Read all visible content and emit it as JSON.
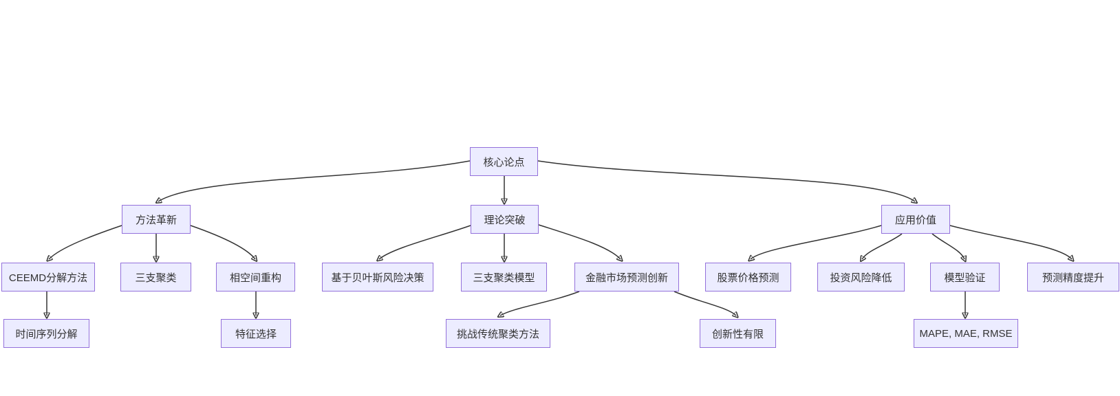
{
  "diagram": {
    "type": "flowchart-top-down",
    "background": "#ffffff",
    "node_fill": "#ECECFF",
    "node_border": "#9370DB",
    "edge_color": "#333333",
    "text_color": "#333333",
    "nodes": [
      {
        "id": "core",
        "label": "核心论点"
      },
      {
        "id": "method",
        "label": "方法革新"
      },
      {
        "id": "theory",
        "label": "理论突破"
      },
      {
        "id": "value",
        "label": "应用价值"
      },
      {
        "id": "ceemd",
        "label": "CEEMD分解方法"
      },
      {
        "id": "threeway",
        "label": "三支聚类"
      },
      {
        "id": "phase",
        "label": "相空间重构"
      },
      {
        "id": "bayes",
        "label": "基于贝叶斯风险决策"
      },
      {
        "id": "twcmodel",
        "label": "三支聚类模型"
      },
      {
        "id": "finmarket",
        "label": "金融市场预测创新"
      },
      {
        "id": "stock",
        "label": "股票价格预测"
      },
      {
        "id": "risk",
        "label": "投资风险降低"
      },
      {
        "id": "modelval",
        "label": "模型验证"
      },
      {
        "id": "precision",
        "label": "预测精度提升"
      },
      {
        "id": "tsdecomp",
        "label": "时间序列分解"
      },
      {
        "id": "featsel",
        "label": "特征选择"
      },
      {
        "id": "challenge",
        "label": "挑战传统聚类方法"
      },
      {
        "id": "limited",
        "label": "创新性有限"
      },
      {
        "id": "metrics",
        "label": "MAPE, MAE, RMSE"
      }
    ],
    "edges": [
      {
        "from": "core",
        "to": "method"
      },
      {
        "from": "core",
        "to": "theory"
      },
      {
        "from": "core",
        "to": "value"
      },
      {
        "from": "method",
        "to": "ceemd"
      },
      {
        "from": "method",
        "to": "threeway"
      },
      {
        "from": "method",
        "to": "phase"
      },
      {
        "from": "theory",
        "to": "bayes"
      },
      {
        "from": "theory",
        "to": "twcmodel"
      },
      {
        "from": "theory",
        "to": "finmarket"
      },
      {
        "from": "value",
        "to": "stock"
      },
      {
        "from": "value",
        "to": "risk"
      },
      {
        "from": "value",
        "to": "modelval"
      },
      {
        "from": "value",
        "to": "precision"
      },
      {
        "from": "ceemd",
        "to": "tsdecomp"
      },
      {
        "from": "phase",
        "to": "featsel"
      },
      {
        "from": "finmarket",
        "to": "challenge"
      },
      {
        "from": "finmarket",
        "to": "limited"
      },
      {
        "from": "modelval",
        "to": "metrics"
      }
    ]
  }
}
